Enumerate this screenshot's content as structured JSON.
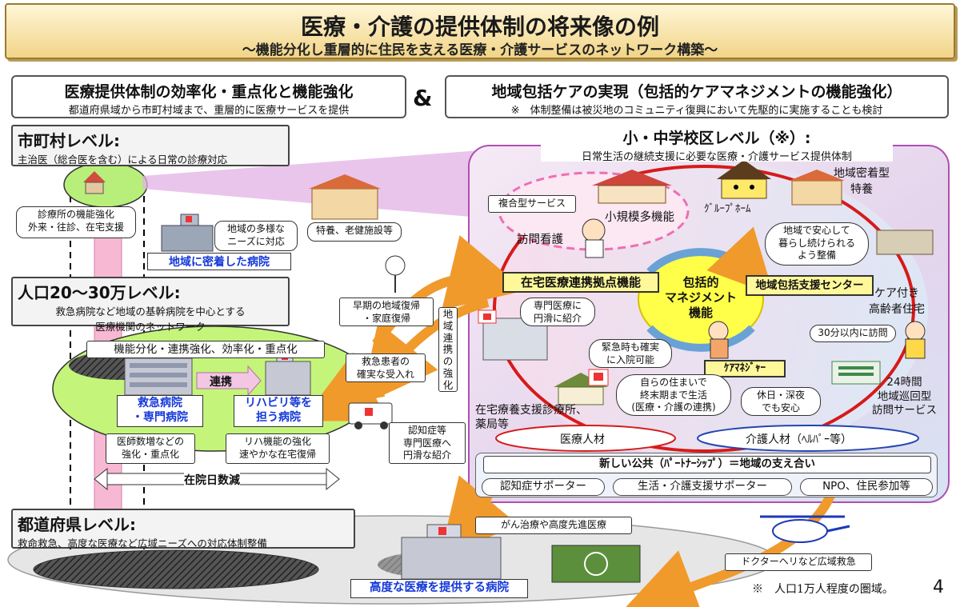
{
  "title": "医療・介護の提供体制の将来像の例",
  "subtitle": "～機能分化し重層的に住民を支える医療・介護サービスのネットワーク構築～",
  "ampersand": "&",
  "left_header": {
    "main": "医療提供体制の効率化・重点化と機能強化",
    "sub": "都道府県域から市町村域まで、重層的に医療サービスを提供"
  },
  "right_header": {
    "main": "地域包括ケアの実現（包括的ケアマネジメントの機能強化）",
    "sub": "※　体制整備は被災地のコミュニティ復興において先駆的に実施することも検討"
  },
  "municipal": {
    "title": "市町村レベル:",
    "desc": "主治医（総合医を含む）による日常の診療対応",
    "clinic_callout": [
      "診療所の機能強化",
      "外来・往診、在宅支援"
    ],
    "diverse_needs": [
      "地域の多様な",
      "ニーズに対応"
    ],
    "community_hospital": "地域に密着した病院",
    "nursing_home": "特養、老健施設等"
  },
  "population": {
    "title": "人口20～30万レベル:",
    "desc": [
      "救急病院など地域の基幹病院を中心とする",
      "医療機関のネットワーク"
    ],
    "function_banner": "機能分化・連携強化、効率化・重点化",
    "link": "連携",
    "emergency_hospital": [
      "救急病院",
      "・専門病院"
    ],
    "rehab_hospital": [
      "リハビリ等を",
      "担う病院"
    ],
    "doctor_boost": [
      "医師数増などの",
      "強化・重点化"
    ],
    "rehab_boost": [
      "リハ機能の強化",
      "速やかな在宅復帰"
    ],
    "stay_reduction": "在院日数減"
  },
  "middle": {
    "early_return": [
      "早期の地域復帰",
      "・家庭復帰"
    ],
    "emergency_accept": [
      "救急患者の",
      "確実な受入れ"
    ],
    "regional_link": [
      "地",
      "域",
      "連",
      "携",
      "の",
      "強",
      "化"
    ],
    "dementia": [
      "認知症等",
      "専門医療へ",
      "円滑な紹介"
    ]
  },
  "school_district": {
    "title": "小・中学校区レベル（※）:",
    "desc": "日常生活の継続支援に必要な医療・介護サービス提供体制",
    "complex_service": "複合型サービス",
    "small_multi": "小規模多機能",
    "group_home": "ｸﾞﾙｰﾌﾟﾎｰﾑ",
    "community_special": [
      "地域密着型",
      "特養"
    ],
    "visiting_nurse": "訪問看護",
    "live_securely": [
      "地域で安心して",
      "暮らし続けられる",
      "よう整備"
    ],
    "home_care_hub": "在宅医療連携拠点機能",
    "comprehensive": [
      "包括的",
      "マネジメント",
      "機能"
    ],
    "support_center": "地域包括支援センター",
    "elderly_housing": [
      "ケア付き",
      "高齢者住宅"
    ],
    "specialist_referral": [
      "専門医療に",
      "円滑に紹介"
    ],
    "visit_30min": "30分以内に訪問",
    "emergency_admit": [
      "緊急時も確実",
      "に入院可能"
    ],
    "care_manager": "ｹｱﾏﾈｼﾞｬｰ",
    "end_of_life": [
      "自らの住まいで",
      "終末期まで生活",
      "(医療・介護の連携)"
    ],
    "night_holiday": [
      "休日・深夜",
      "でも安心"
    ],
    "visiting_service": [
      "24時間",
      "地域巡回型",
      "訪問サービス"
    ],
    "home_clinic": [
      "在宅療養支援診療所、",
      "薬局等"
    ],
    "medical_staff": "医療人材",
    "care_staff": "介護人材（ﾍﾙﾊﾟｰ等）",
    "new_public": "新しい公共（ﾊﾟｰﾄﾅｰｼｯﾌﾟ）＝地域の支え合い",
    "dementia_supporter": "認知症サポーター",
    "life_supporter": "生活・介護支援サポーター",
    "npo": "NPO、住民参加等"
  },
  "prefecture": {
    "title": "都道府県レベル:",
    "desc": "救命救急、高度な医療など広域ニーズへの対応体制整備",
    "cancer": "がん治療や高度先進医療",
    "advanced_hospital": "高度な医療を提供する病院",
    "doctor_heli": "ドクターヘリなど広域救急"
  },
  "footnote": "※　人口1万人程度の圏域。",
  "page_number": "4",
  "colors": {
    "banner_fill": "#f1d487",
    "community_ellipse": "#eeb4ee",
    "population_ellipse": "#c4f57a",
    "ring": "#d61a1a",
    "arrow_orange": "#f09a2c",
    "blue_text": "#1438d8",
    "yellow_label": "#fff89a"
  },
  "icons": [
    "clinic-icon",
    "hospital-icon",
    "nursing-home-icon",
    "ambulance-icon",
    "helicopter-icon",
    "nurse-icon",
    "house-icon"
  ]
}
